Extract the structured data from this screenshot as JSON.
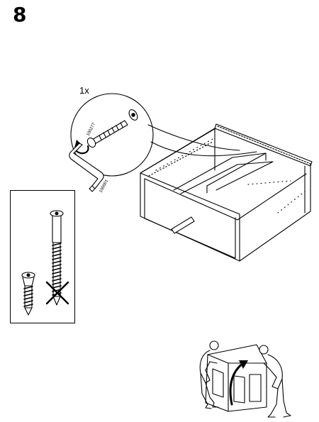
{
  "step": {
    "number": "8"
  },
  "detail": {
    "quantity": "1x",
    "screw_code": "100277",
    "key_code": "100001"
  }
}
